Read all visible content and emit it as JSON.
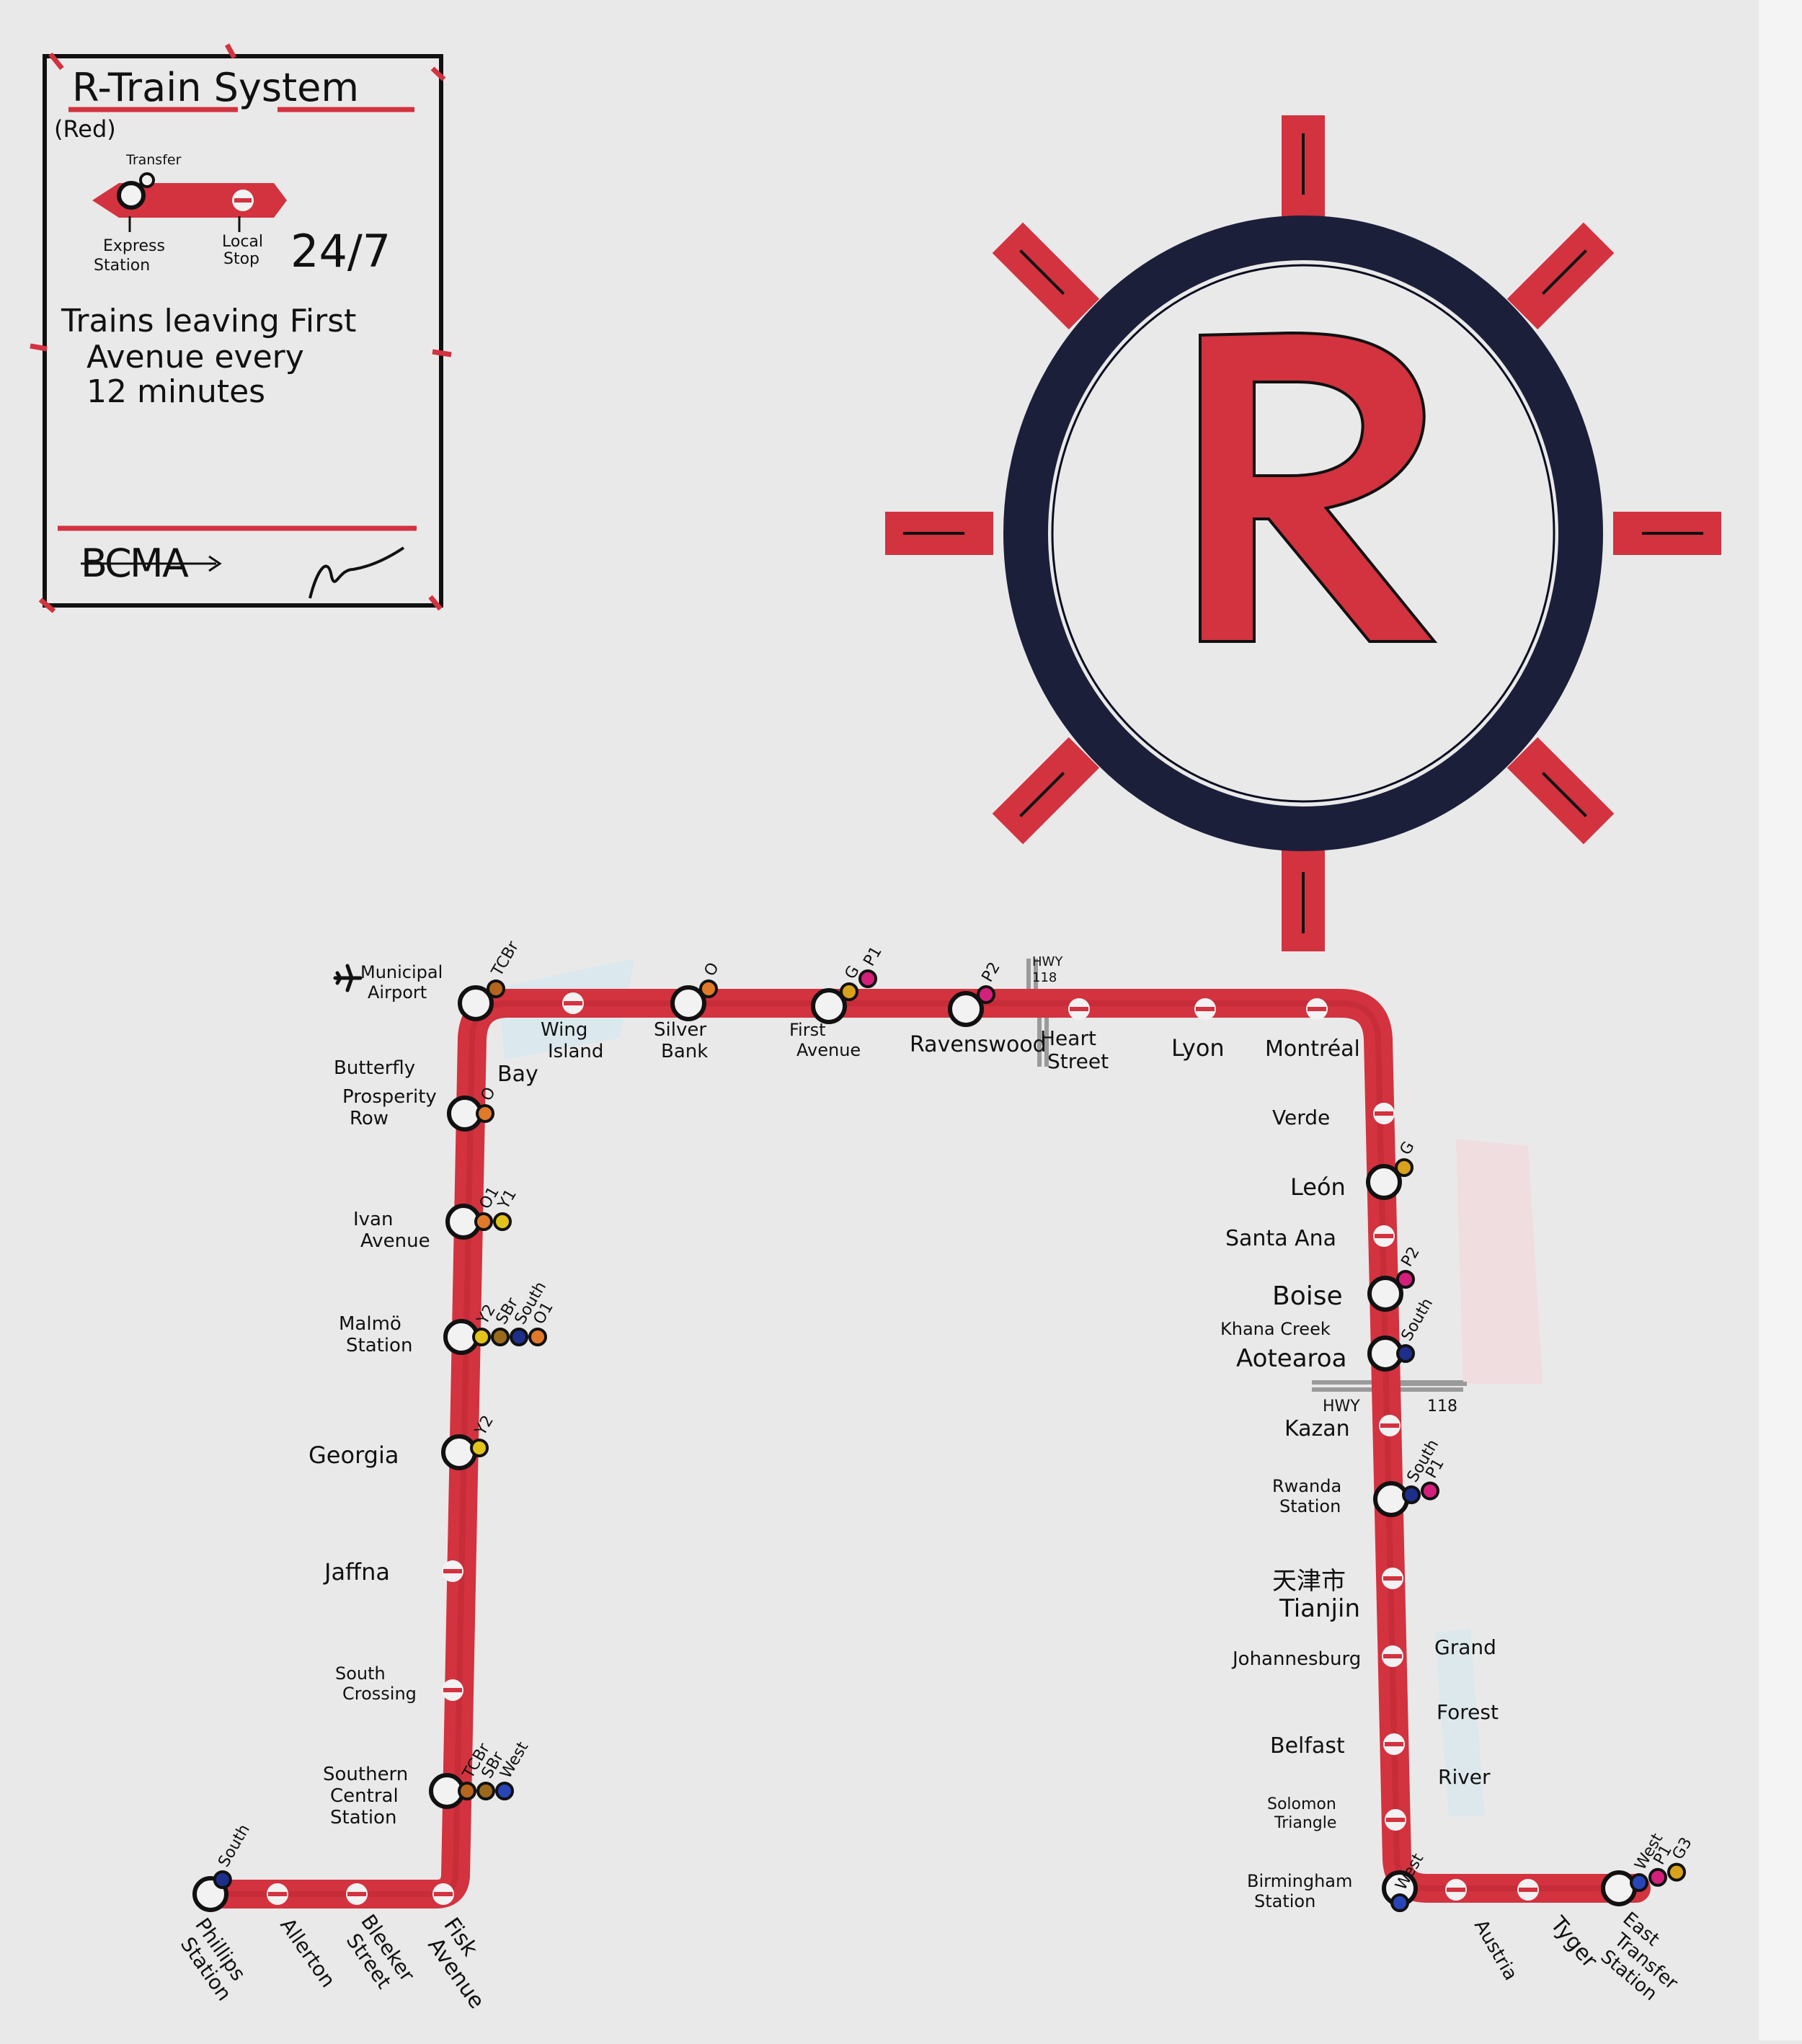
{
  "legend": {
    "title": "R-Train System",
    "subtitle": "(Red)",
    "transfer_label": "Transfer",
    "express_label_1": "Express",
    "express_label_2": "Station",
    "local_label_1": "Local",
    "local_label_2": "Stop",
    "service_hours": "24/7",
    "note_line_1": "Trains leaving First",
    "note_line_2": "Avenue every",
    "note_line_3": "12 minutes",
    "brand_letters": [
      {
        "char": "B",
        "color": "#d1452a"
      },
      {
        "char": "C",
        "color": "#2f56b8"
      },
      {
        "char": "M",
        "color": "#2e8b3e"
      },
      {
        "char": "A",
        "color": "#7a2f9c"
      }
    ]
  },
  "logo": {
    "letter": "R"
  },
  "colors": {
    "line": "#d3323f",
    "line_dark": "#b3222e",
    "ring": "#1c1f3a",
    "paper": "#e9e9e9"
  },
  "transfer_colors": {
    "tcbr": "#b5651d",
    "sbr": "#9a6a1a",
    "o": "#e07a2a",
    "o1": "#e07a2a",
    "y1": "#e3c21b",
    "y2": "#e3c21b",
    "g": "#d9a21b",
    "g3": "#d9a21b",
    "p1": "#d4207a",
    "p2": "#d4207a",
    "south": "#1d2f8a",
    "west": "#2846b8",
    "gray": "#9a9a9a"
  },
  "roads": [
    {
      "name": "HWY 118",
      "label_1": "HWY",
      "label_2": "118"
    },
    {
      "name": "HWY 118",
      "label_1": "HWY",
      "label_2": "118"
    }
  ],
  "water_labels": {
    "butterfly": "Butterfly",
    "bay": "Bay",
    "khana_creek": "Khana Creek",
    "grand": "Grand",
    "forest": "Forest",
    "river": "River"
  },
  "stations": [
    {
      "id": "municipal-airport",
      "name": "Municipal Airport",
      "lines": [
        "Municipal",
        "Airport"
      ],
      "type": "express",
      "transfers": [
        "TCBr"
      ]
    },
    {
      "id": "wing-island",
      "name": "Wing Island",
      "lines": [
        "Wing",
        "Island"
      ],
      "type": "local",
      "transfers": []
    },
    {
      "id": "silver-bank",
      "name": "Silver Bank",
      "lines": [
        "Silver",
        "Bank"
      ],
      "type": "express",
      "transfers": [
        "O"
      ]
    },
    {
      "id": "first-avenue",
      "name": "First Avenue",
      "lines": [
        "First",
        "Avenue"
      ],
      "type": "express",
      "transfers": [
        "G",
        "P1"
      ]
    },
    {
      "id": "ravenswood",
      "name": "Ravenswood",
      "lines": [
        "Ravenswood"
      ],
      "type": "express",
      "transfers": [
        "P2"
      ]
    },
    {
      "id": "heart-street",
      "name": "Heart Street",
      "lines": [
        "Heart",
        "Street"
      ],
      "type": "local",
      "transfers": []
    },
    {
      "id": "lyon",
      "name": "Lyon",
      "lines": [
        "Lyon"
      ],
      "type": "local",
      "transfers": []
    },
    {
      "id": "montreal",
      "name": "Montréal",
      "lines": [
        "Montréal"
      ],
      "type": "local",
      "transfers": []
    },
    {
      "id": "verde",
      "name": "Verde",
      "lines": [
        "Verde"
      ],
      "type": "local",
      "transfers": []
    },
    {
      "id": "leon",
      "name": "León",
      "lines": [
        "León"
      ],
      "type": "express",
      "transfers": [
        "G"
      ]
    },
    {
      "id": "santa-ana",
      "name": "Santa Ana",
      "lines": [
        "Santa Ana"
      ],
      "type": "local",
      "transfers": []
    },
    {
      "id": "boise",
      "name": "Boise",
      "lines": [
        "Boise"
      ],
      "type": "express",
      "transfers": [
        "P2"
      ]
    },
    {
      "id": "aotearoa",
      "name": "Aotearoa",
      "lines": [
        "Aotearoa"
      ],
      "type": "express",
      "transfers": [
        "South"
      ]
    },
    {
      "id": "kazan",
      "name": "Kazan",
      "lines": [
        "Kazan"
      ],
      "type": "local",
      "transfers": []
    },
    {
      "id": "rwanda-station",
      "name": "Rwanda Station",
      "lines": [
        "Rwanda",
        "Station"
      ],
      "type": "express",
      "transfers": [
        "South",
        "P1"
      ]
    },
    {
      "id": "tianjin",
      "name": "Tianjin",
      "lines": [
        "天津市",
        "Tianjin"
      ],
      "type": "local",
      "transfers": []
    },
    {
      "id": "johannesburg",
      "name": "Johannesburg",
      "lines": [
        "Johannesburg"
      ],
      "type": "local",
      "transfers": []
    },
    {
      "id": "belfast",
      "name": "Belfast",
      "lines": [
        "Belfast"
      ],
      "type": "local",
      "transfers": []
    },
    {
      "id": "solomon-triangle",
      "name": "Solomon Triangle",
      "lines": [
        "Solomon",
        "Triangle"
      ],
      "type": "local",
      "transfers": []
    },
    {
      "id": "birmingham-station",
      "name": "Birmingham Station",
      "lines": [
        "Birmingham",
        "Station"
      ],
      "type": "express",
      "transfers": [
        "West"
      ]
    },
    {
      "id": "austria",
      "name": "Austria",
      "lines": [
        "Austria"
      ],
      "type": "local",
      "transfers": []
    },
    {
      "id": "tyger",
      "name": "Tyger",
      "lines": [
        "Tyger"
      ],
      "type": "local",
      "transfers": []
    },
    {
      "id": "east-transfer-station",
      "name": "East Transfer Station",
      "lines": [
        "East",
        "Transfer",
        "Station"
      ],
      "type": "express",
      "transfers": [
        "West",
        "P1",
        "G3"
      ]
    },
    {
      "id": "prosperity-row",
      "name": "Prosperity Row",
      "lines": [
        "Prosperity",
        "Row"
      ],
      "type": "express",
      "transfers": [
        "O"
      ]
    },
    {
      "id": "ivan-avenue",
      "name": "Ivan Avenue",
      "lines": [
        "Ivan",
        "Avenue"
      ],
      "type": "express",
      "transfers": [
        "O1",
        "Y1"
      ]
    },
    {
      "id": "malmo-station",
      "name": "Malmö Station",
      "lines": [
        "Malmö",
        "Station"
      ],
      "type": "express",
      "transfers": [
        "Y2",
        "SBr",
        "South",
        "O1"
      ]
    },
    {
      "id": "georgia",
      "name": "Georgia",
      "lines": [
        "Georgia"
      ],
      "type": "express",
      "transfers": [
        "Y2"
      ]
    },
    {
      "id": "jaffna",
      "name": "Jaffna",
      "lines": [
        "Jaffna"
      ],
      "type": "local",
      "transfers": []
    },
    {
      "id": "south-crossing",
      "name": "South Crossing",
      "lines": [
        "South",
        "Crossing"
      ],
      "type": "local",
      "transfers": []
    },
    {
      "id": "southern-central-station",
      "name": "Southern Central Station",
      "lines": [
        "Southern",
        "Central",
        "Station"
      ],
      "type": "express",
      "transfers": [
        "TCBr",
        "SBr",
        "West"
      ]
    },
    {
      "id": "fisk-avenue",
      "name": "Fisk Avenue",
      "lines": [
        "Fisk",
        "Avenue"
      ],
      "type": "local",
      "transfers": []
    },
    {
      "id": "bleeker-street",
      "name": "Bleeker Street",
      "lines": [
        "Bleeker",
        "Street"
      ],
      "type": "local",
      "transfers": []
    },
    {
      "id": "allerton",
      "name": "Allerton",
      "lines": [
        "Allerton"
      ],
      "type": "local",
      "transfers": []
    },
    {
      "id": "phillips-station",
      "name": "Phillips Station",
      "lines": [
        "Phillips",
        "Station"
      ],
      "type": "express",
      "transfers": [
        "South"
      ]
    }
  ]
}
